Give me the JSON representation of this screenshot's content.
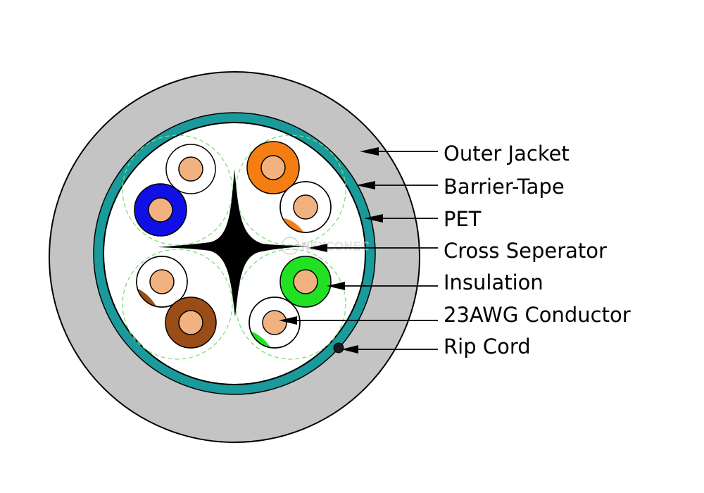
{
  "labels": {
    "outer_jacket": "Outer Jacket",
    "barrier_tape": "Barrier-Tape",
    "pet": "PET",
    "cross_separator": "Cross Seperator",
    "insulation": "Insulation",
    "conductor": "23AWG Conductor",
    "rip_cord": "Rip Cord"
  },
  "watermark": "NEXCONEC",
  "colors": {
    "outer_jacket": "#c4c4c4",
    "barrier_tape": "#1a9a9a",
    "pet_core": "#ffffff",
    "pair_boundary": "#7be07b",
    "conductor": "#f2b280",
    "orange_insulation": "#f57e12",
    "blue_insulation": "#1010e6",
    "green_insulation": "#22e022",
    "brown_insulation": "#9a4d16",
    "white_insulation": "#ffffff",
    "cross_separator": "#000000",
    "outline": "#000000",
    "leader_line": "#000000"
  },
  "wire_pairs": [
    {
      "name": "blue",
      "solid": "blue_insulation",
      "striped_mate": "white-blue"
    },
    {
      "name": "orange",
      "solid": "orange_insulation",
      "striped_mate": "white-orange"
    },
    {
      "name": "brown",
      "solid": "brown_insulation",
      "striped_mate": "white-brown"
    },
    {
      "name": "green",
      "solid": "green_insulation",
      "striped_mate": "white-green"
    }
  ]
}
